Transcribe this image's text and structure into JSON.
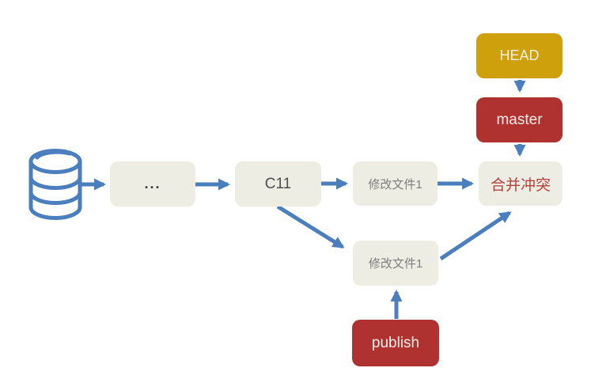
{
  "diagram": {
    "description": "git merge conflict flow diagram",
    "nodes": {
      "repository": {
        "icon": "database-cylinder-icon"
      },
      "ellipsis": {
        "label": "..."
      },
      "c11": {
        "label": "C11"
      },
      "modify_top": {
        "label": "修改文件1"
      },
      "conflict": {
        "label": "合并冲突"
      },
      "head": {
        "label": "HEAD"
      },
      "master": {
        "label": "master"
      },
      "modify_bottom": {
        "label": "修改文件1"
      },
      "publish": {
        "label": "publish"
      }
    },
    "edges": [
      {
        "from": "repository",
        "to": "ellipsis"
      },
      {
        "from": "ellipsis",
        "to": "c11"
      },
      {
        "from": "c11",
        "to": "modify_top"
      },
      {
        "from": "modify_top",
        "to": "conflict"
      },
      {
        "from": "head",
        "to": "master"
      },
      {
        "from": "master",
        "to": "conflict"
      },
      {
        "from": "c11",
        "to": "modify_bottom"
      },
      {
        "from": "modify_bottom",
        "to": "conflict"
      },
      {
        "from": "publish",
        "to": "modify_bottom"
      }
    ]
  },
  "colors": {
    "blue": "#4A7EBC",
    "gold": "#CEA00C",
    "red": "#B03230",
    "beige": "#EEEDE4",
    "conflictText": "#B5413C",
    "canvas": "#FFFFFF"
  }
}
